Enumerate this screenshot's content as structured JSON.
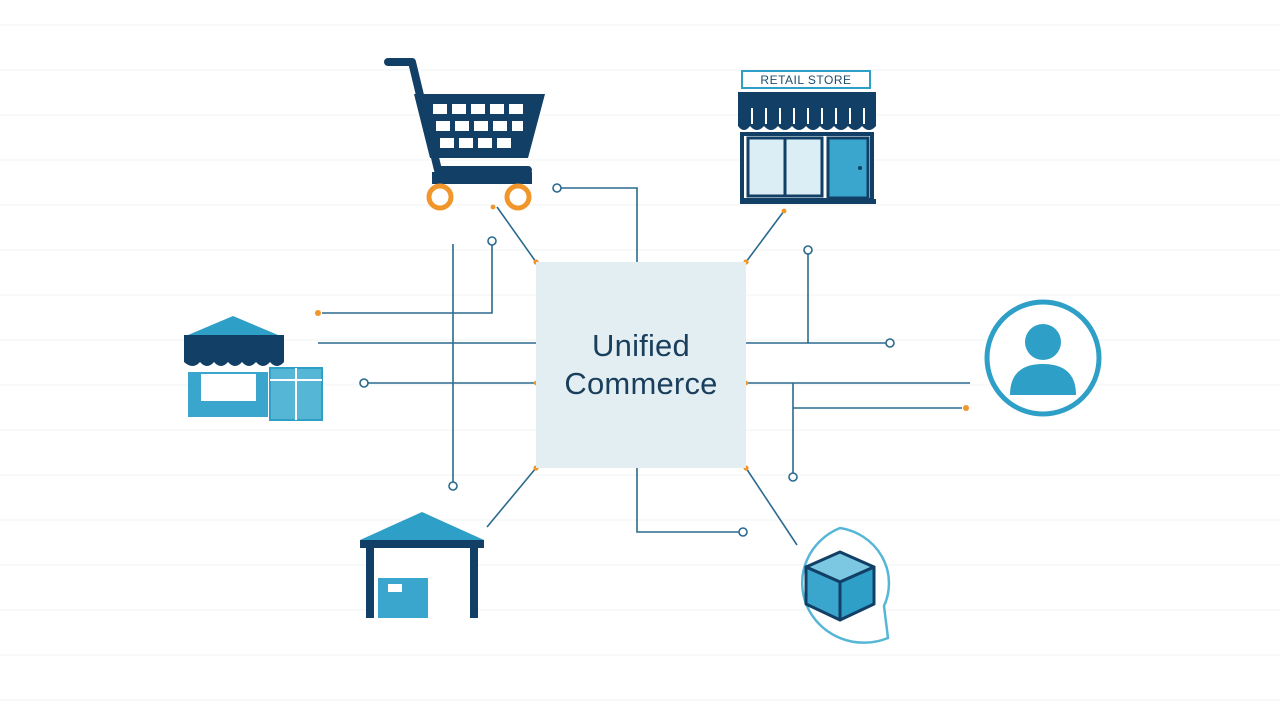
{
  "hub": {
    "line1": "Unified",
    "line2": "Commerce"
  },
  "nodes": [
    {
      "id": "shopping-cart",
      "icon": "shopping-cart-icon"
    },
    {
      "id": "storefront",
      "icon": "storefront-icon",
      "sign_text": "RETAIL STORE"
    },
    {
      "id": "marketplace",
      "icon": "marketplace-icon"
    },
    {
      "id": "customer",
      "icon": "user-icon"
    },
    {
      "id": "warehouse",
      "icon": "warehouse-icon"
    },
    {
      "id": "package",
      "icon": "package-box-icon"
    }
  ],
  "colors": {
    "navy": "#123f66",
    "teal": "#2e9fc7",
    "light_teal": "#56b6d6",
    "hub_fill": "#e3eef3",
    "connector": "#2a6a8e",
    "accent_orange": "#f0962a",
    "grid": "#f2f5f7"
  }
}
